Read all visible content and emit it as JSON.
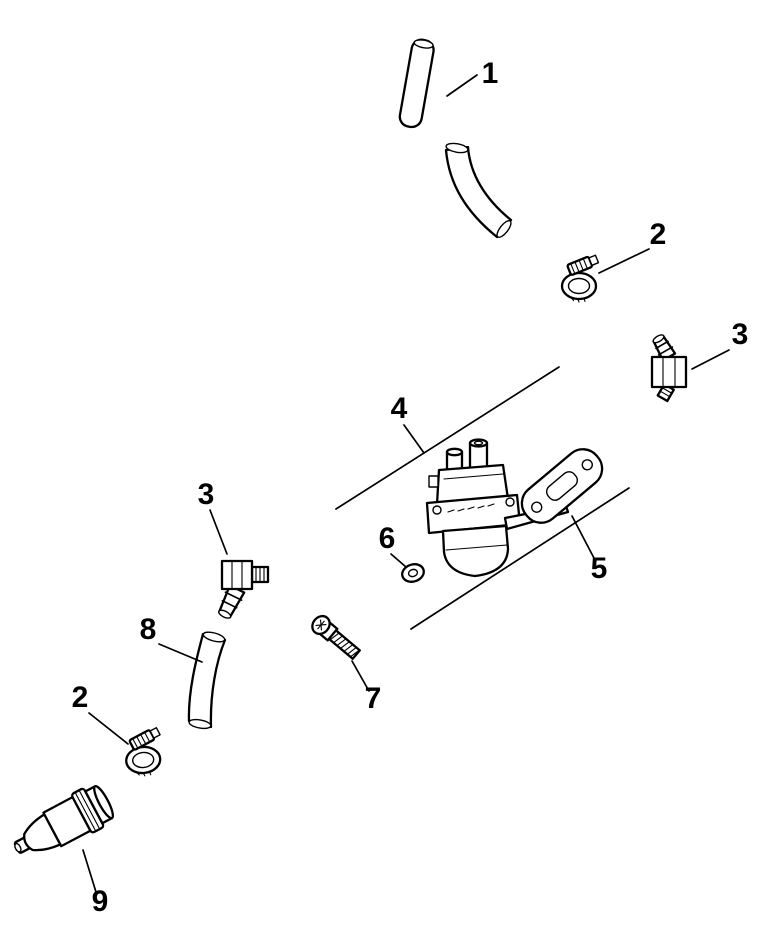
{
  "diagram": {
    "colors": {
      "background": "#ffffff",
      "line": "#000000"
    },
    "callouts": {
      "c1": {
        "label": "1"
      },
      "c2a": {
        "label": "2"
      },
      "c3a": {
        "label": "3"
      },
      "c4": {
        "label": "4"
      },
      "c5": {
        "label": "5"
      },
      "c6": {
        "label": "6"
      },
      "c7": {
        "label": "7"
      },
      "c8": {
        "label": "8"
      },
      "c2b": {
        "label": "2"
      },
      "c3b": {
        "label": "3"
      },
      "c9": {
        "label": "9"
      }
    }
  }
}
